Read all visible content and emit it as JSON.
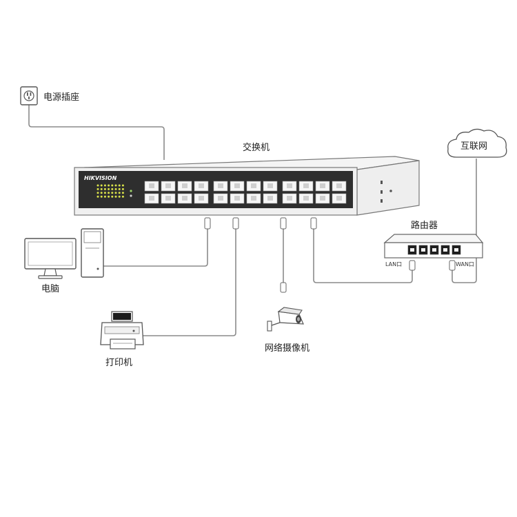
{
  "labels": {
    "power_socket": "电源插座",
    "switch": "交换机",
    "internet": "互联网",
    "router": "路由器",
    "computer": "电脑",
    "printer": "打印机",
    "ip_camera": "网络摄像机",
    "lan_port": "LAN口",
    "wan_port": "WAN口"
  },
  "switch_panel": {
    "brand": "HIKVISION",
    "port_count": 24
  },
  "router_panel": {
    "lan_port_count": 4,
    "wan_port_count": 1
  }
}
